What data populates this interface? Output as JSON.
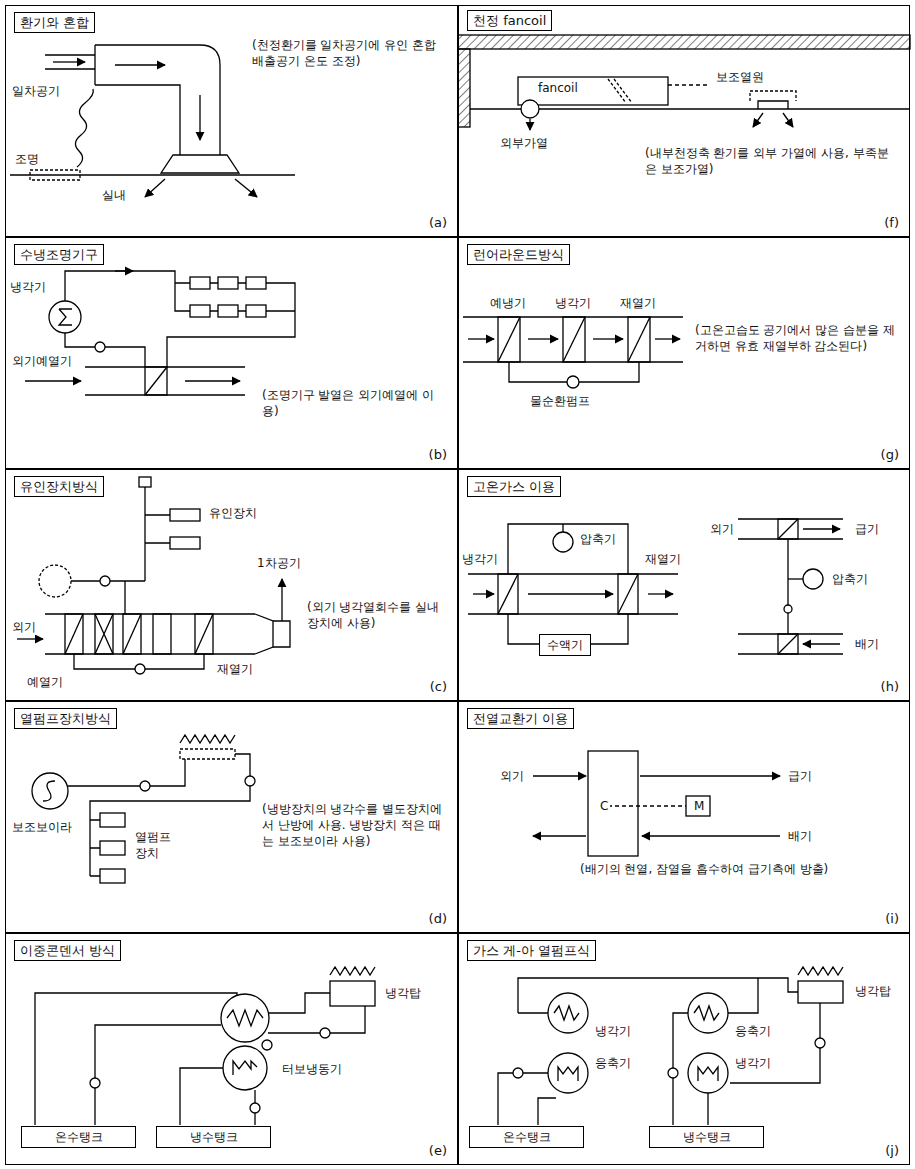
{
  "diagram": {
    "nodes": [
      {
        "text": [
          "(a)"
        ]
      },
      {
        "text": [
          "환기와 혼합"
        ],
        "in": 0
      },
      {
        "text": [
          "(f)"
        ]
      },
      {
        "text": [
          "천정 fancoil"
        ],
        "in": 2
      },
      {
        "text": [
          "(b)"
        ]
      },
      {
        "text": [
          "수냉조명기구"
        ],
        "in": 4
      },
      {
        "text": [
          "(g)"
        ]
      },
      {
        "text": [
          "런어라운드방식"
        ],
        "in": 6
      },
      {
        "text": [
          "(c)"
        ]
      },
      {
        "text": [
          "유인장치방식"
        ],
        "in": 8
      },
      {
        "text": [
          "(h)"
        ]
      },
      {
        "text": [
          "고온가스 이용"
        ],
        "in": 10
      },
      {
        "text": [
          "수액기"
        ],
        "in": 10
      },
      {
        "text": [
          "(d)"
        ]
      },
      {
        "text": [
          "열펌프장치방식"
        ],
        "in": 13
      },
      {
        "text": [
          "(i)"
        ]
      },
      {
        "text": [
          "전열교환기 이용"
        ],
        "in": 15
      },
      {
        "text": [
          "(e)"
        ]
      },
      {
        "text": [
          "이중콘덴서 방식"
        ],
        "in": 17
      },
      {
        "text": [
          "온수탱크"
        ],
        "in": 17
      },
      {
        "text": [
          "냉수탱크"
        ],
        "in": 17
      },
      {
        "text": [
          "(j)"
        ]
      },
      {
        "text": [
          "가스 게-아 열펌프식"
        ],
        "in": 21
      },
      {
        "text": [
          "온수탱크"
        ],
        "in": 21
      },
      {
        "text": [
          "냉수탱크"
        ],
        "in": 21
      }
    ],
    "labels": [
      "일차공기",
      "(천정환기를 일차공기에 유인 혼합 배출공기 온도 조정)",
      "조명",
      "실내",
      "fancoil",
      "보조열원",
      "외부가열",
      "(내부천정축 환기를 외부 가열에 사용, 부족분은 보조가열)",
      "냉각기",
      "외기예열기",
      "(조명기구 발열은 외기예열에 이용)",
      "예냉기",
      "냉각기",
      "재열기",
      "물순환펌프",
      "(고온고습도 공기에서 많은 습분을 제거하면 유효 재열부하 감소된다)",
      "유인장치",
      "1차공기",
      "외기",
      "(외기 냉각열회수를 실내장치에 사용)",
      "예열기",
      "재열기",
      "압축기",
      "냉각기",
      "재열기",
      "외기",
      "급기",
      "압축기",
      "배기",
      "보조보이라",
      "열펌프 장치",
      "(냉방장치의 냉각수를 별도장치에서 난방에 사용. 냉방장치 적은 때는 보조보이라 사용)",
      "외기",
      "급기",
      "C",
      "M",
      "배기",
      "(배기의 현열, 잠열을 흡수하여 급기측에 방출)",
      "냉각탑",
      "터보냉동기",
      "냉각탑",
      "냉각기",
      "응축기",
      "응축기",
      "냉각기"
    ]
  }
}
